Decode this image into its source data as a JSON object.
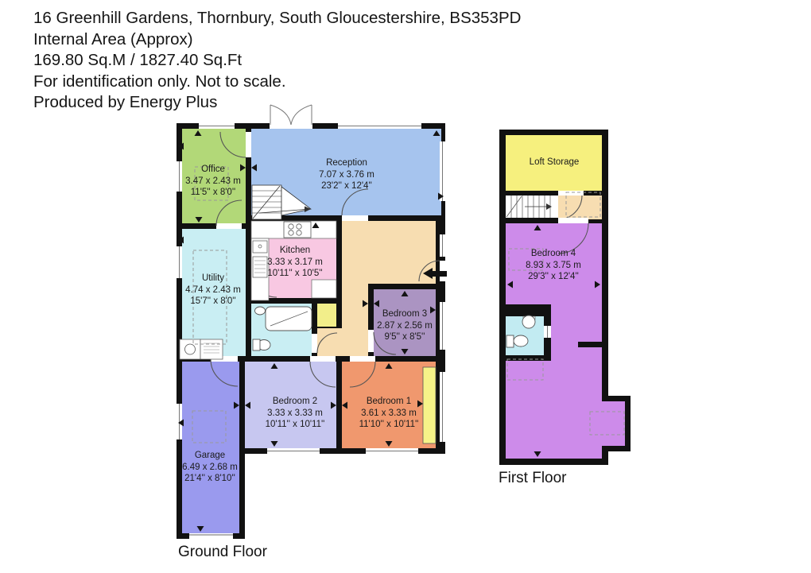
{
  "header": {
    "lines": [
      "16 Greenhill Gardens, Thornbury, South Gloucestershire, BS353PD",
      "Internal Area (Approx)",
      "169.80 Sq.M / 1827.40 Sq.Ft",
      "For identification only. Not to scale.",
      "Produced by Energy Plus"
    ]
  },
  "ground_floor": {
    "label": "Ground Floor",
    "rooms": {
      "office": {
        "name": "Office",
        "metric": "3.47 x 2.43 m",
        "imperial": "11'5'' x 8'0''"
      },
      "reception": {
        "name": "Reception",
        "metric": "7.07 x 3.76 m",
        "imperial": "23'2'' x 12'4''"
      },
      "kitchen": {
        "name": "Kitchen",
        "metric": "3.33 x 3.17 m",
        "imperial": "10'11'' x 10'5''"
      },
      "utility": {
        "name": "Utility",
        "metric": "4.74 x 2.43 m",
        "imperial": "15'7'' x 8'0''"
      },
      "bedroom3": {
        "name": "Bedroom 3",
        "metric": "2.87 x 2.56 m",
        "imperial": "9'5'' x 8'5''"
      },
      "bedroom2": {
        "name": "Bedroom 2",
        "metric": "3.33 x 3.33 m",
        "imperial": "10'11'' x 10'11''"
      },
      "bedroom1": {
        "name": "Bedroom 1",
        "metric": "3.61 x 3.33 m",
        "imperial": "11'10'' x 10'11''"
      },
      "garage": {
        "name": "Garage",
        "metric": "6.49 x 2.68 m",
        "imperial": "21'4'' x 8'10''"
      }
    }
  },
  "first_floor": {
    "label": "First Floor",
    "rooms": {
      "loft_storage": {
        "name": "Loft Storage"
      },
      "bedroom4": {
        "name": "Bedroom 4",
        "metric": "8.93 x 3.75 m",
        "imperial": "29'3'' x 12'4''"
      }
    }
  },
  "colors": {
    "wall": "#111111",
    "office": "#b2d878",
    "reception": "#a6c4ee",
    "kitchen": "#f8c8e2",
    "utility": "#c9eef3",
    "hallway": "#f7ddb1",
    "bedroom3": "#ab94c2",
    "bedroom2": "#c7c7f0",
    "bedroom1": "#f0986e",
    "garage": "#9a9aee",
    "bathroom": "#c9eef3",
    "wardrobe": "#f6f388",
    "cupboard": "#f2ee8a",
    "loft_storage": "#f6f07e",
    "landing": "#f7ddb1",
    "bedroom4": "#cd8bea",
    "first_bathroom": "#c2ebf2"
  }
}
